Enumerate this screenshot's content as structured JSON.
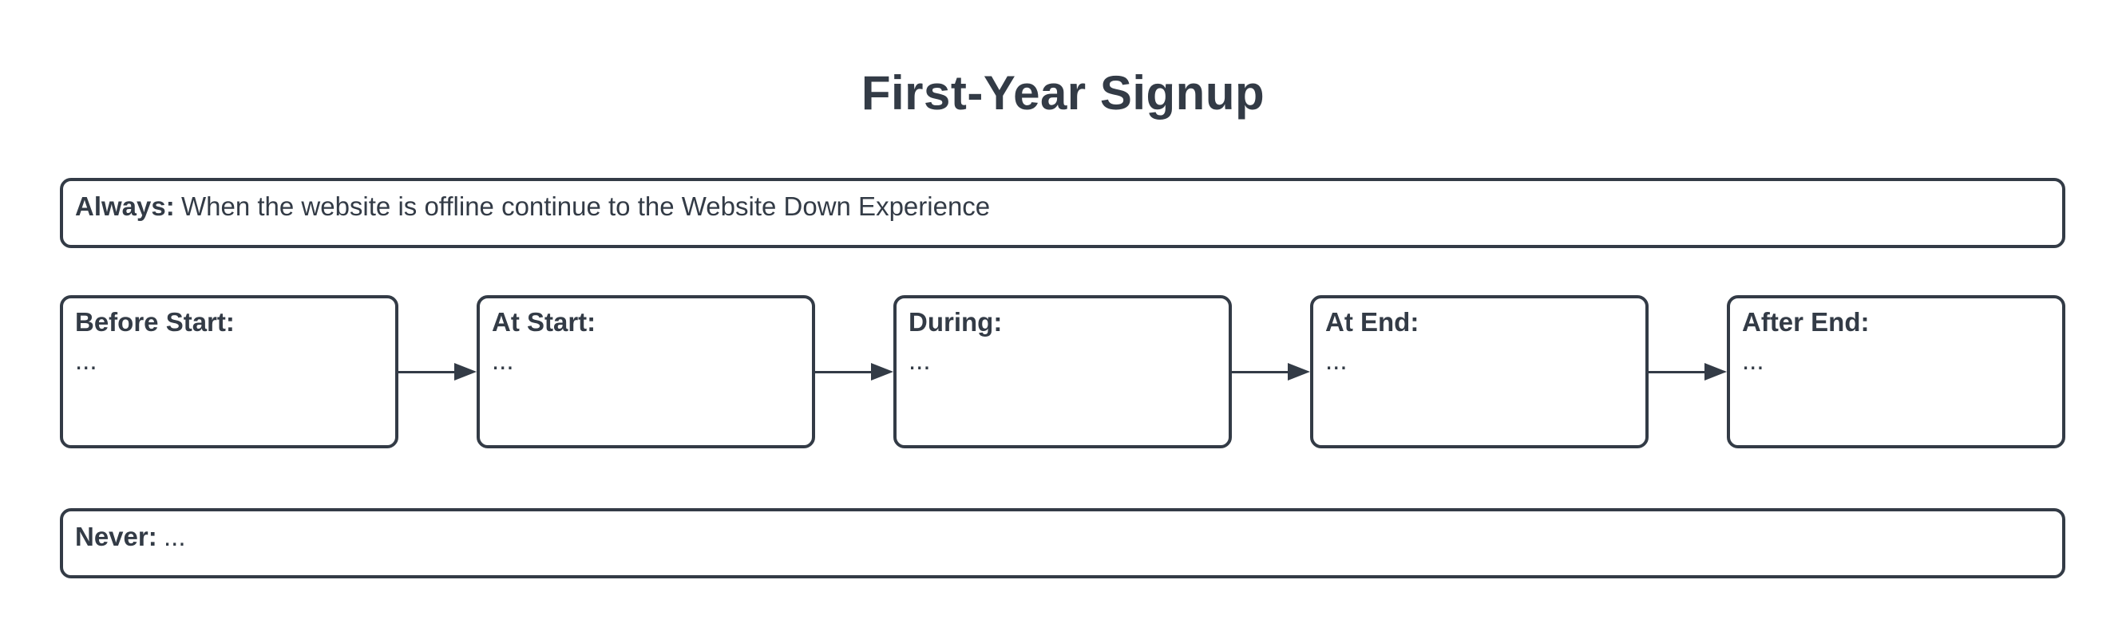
{
  "colors": {
    "ink": "#333b46",
    "background": "#ffffff"
  },
  "page": {
    "title": "First-Year Signup"
  },
  "always_box": {
    "label": "Always:",
    "text": "When the website is offline continue to the Website Down Experience"
  },
  "flow": {
    "nodes": [
      {
        "label": "Before Start:",
        "body": "..."
      },
      {
        "label": "At Start:",
        "body": "..."
      },
      {
        "label": "During:",
        "body": "..."
      },
      {
        "label": "At End:",
        "body": "..."
      },
      {
        "label": "After End:",
        "body": "..."
      }
    ]
  },
  "never_box": {
    "label": "Never:",
    "text": "..."
  }
}
